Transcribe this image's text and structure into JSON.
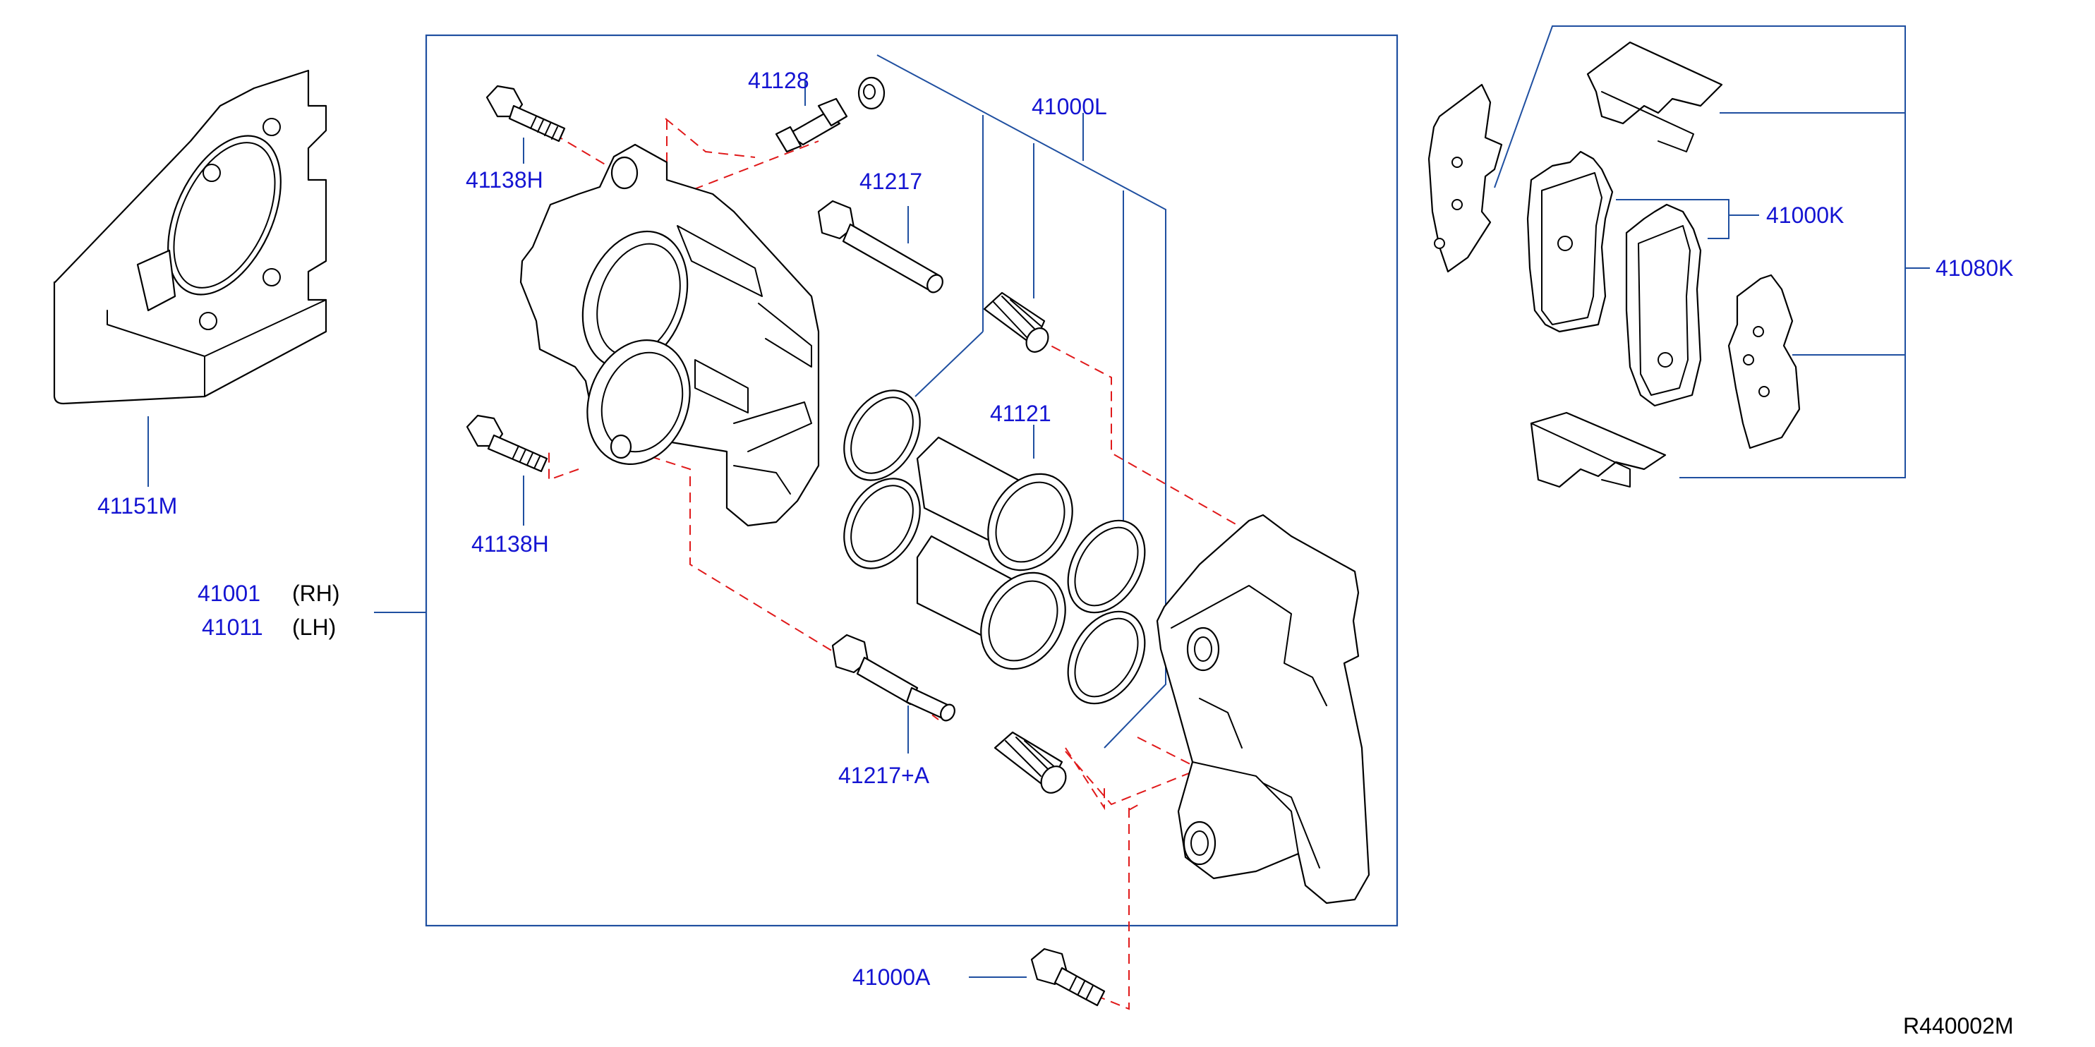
{
  "diagram_id": "R440002M",
  "callouts": {
    "p41151M": "41151M",
    "p41138H_top": "41138H",
    "p41138H_bottom": "41138H",
    "p41128": "41128",
    "p41217": "41217",
    "p41000L": "41000L",
    "p41121": "41121",
    "p41217A": "41217+A",
    "p41000A": "41000A",
    "p41001": "41001",
    "p41001_side": "(RH)",
    "p41011": "41011",
    "p41011_side": "(LH)",
    "p41000K": "41000K",
    "p41080K": "41080K"
  },
  "colors": {
    "callout_text": "#1414d2",
    "leader_line": "#1f4fa0",
    "hidden_dash": "#e0191a",
    "outline": "#000000"
  }
}
